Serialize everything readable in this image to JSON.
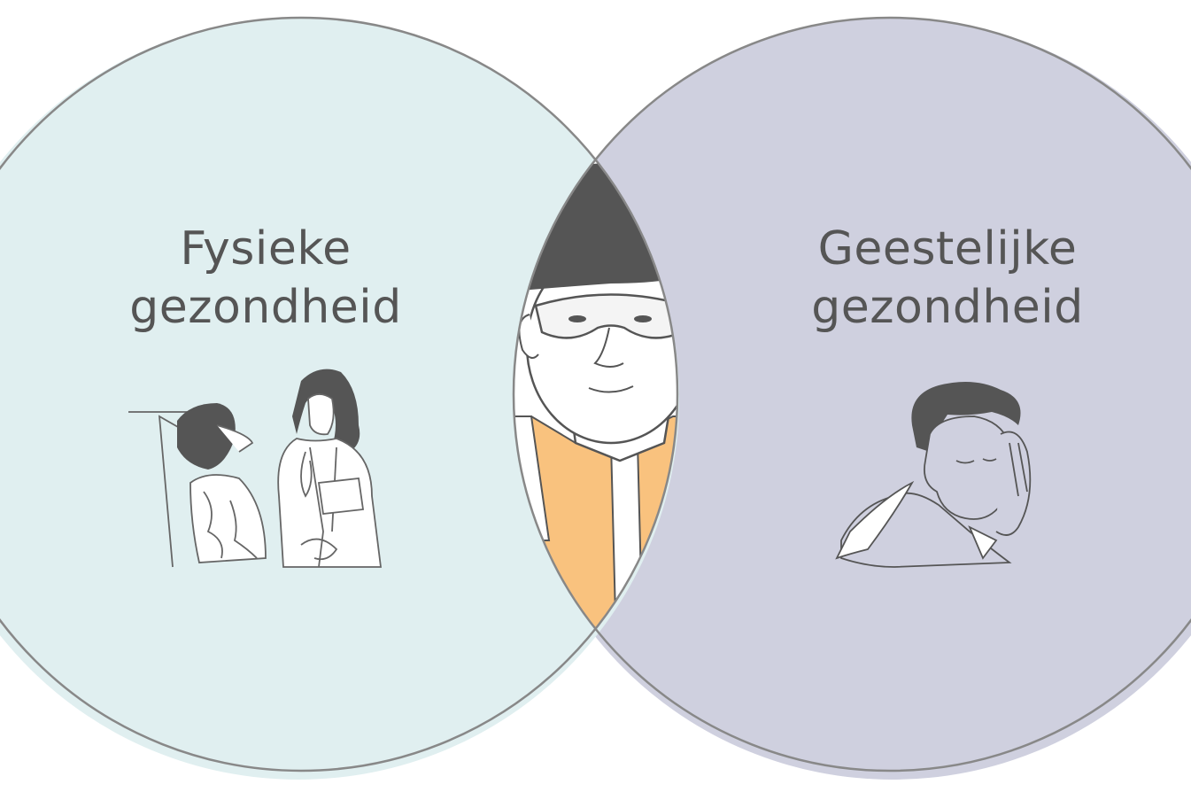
{
  "diagram": {
    "left_circle": {
      "label_line1": "Fysieke",
      "label_line2": "gezondheid",
      "fill_color": "#e0eff0",
      "illustration": "doctor-patient-illustration"
    },
    "right_circle": {
      "label_line1": "Geestelijke",
      "label_line2": "gezondheid",
      "fill_color": "#cfd0df",
      "illustration": "stressed-man-illustration"
    },
    "center": {
      "illustration": "construction-worker-illustration",
      "vest_color": "#f9c27e",
      "helmet_color": "#555555"
    },
    "outline_color": "#888888"
  }
}
